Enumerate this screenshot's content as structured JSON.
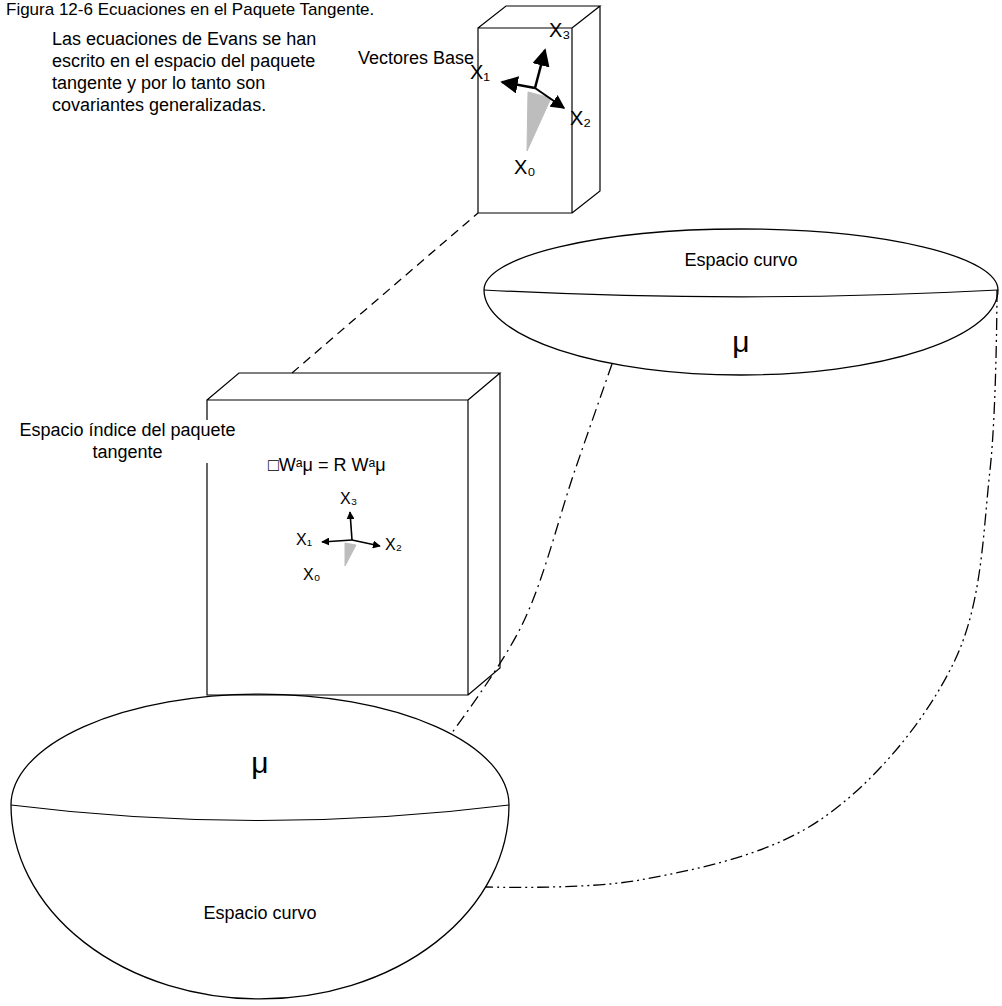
{
  "diagram": {
    "title": "Figura 12-6 Ecuaciones en el Paquete Tangente.",
    "nodes": [
      {
        "text": [
          "Vectores Base"
        ]
      },
      {
        "text": [
          "Espacio curvo",
          "μ"
        ]
      },
      {
        "text": [
          "Espacio índice del paquete tangente",
          "□Wᵃμ = R Wᵃμ"
        ]
      },
      {
        "text": [
          "μ",
          "Espacio curvo"
        ]
      }
    ],
    "edges": [
      {
        "from": 2,
        "to": 0,
        "arrow": "none"
      },
      {
        "from": 1,
        "to": 3,
        "arrow": "none"
      },
      {
        "from": 1,
        "to": 3,
        "arrow": "none"
      }
    ],
    "labels": [
      "Las ecuaciones de Evans se han escrito en el espacio del paquete tangente y por lo tanto son covariantes generalizadas.",
      "X₃",
      "X₁",
      "X₂",
      "X₀",
      "X₃",
      "X₁",
      "X₂",
      "X₀"
    ]
  }
}
